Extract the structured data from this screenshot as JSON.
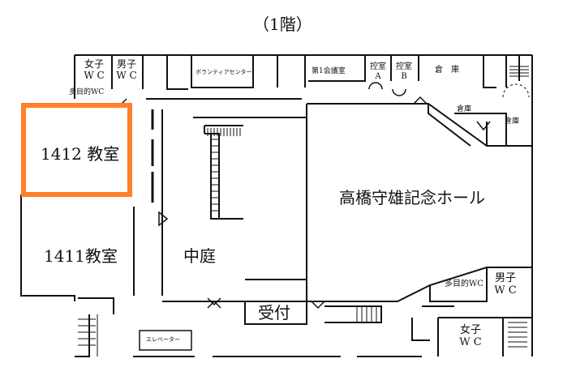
{
  "map_title": "（1階）",
  "highlight_color": "#ff7f2a",
  "rooms": {
    "women_wc_top": {
      "line1": "女子",
      "line2": "W C"
    },
    "men_wc_top": {
      "line1": "男子",
      "line2": "W C"
    },
    "multipurpose_wc_top": "多目的WC",
    "volunteer_center": "ボランティアセンター",
    "meeting_room_1": "第1会議室",
    "waiting_room_a": {
      "line1": "控室",
      "line2": "A"
    },
    "waiting_room_b": {
      "line1": "控室",
      "line2": "B"
    },
    "storage_top": "倉　庫",
    "storage_right_1": "倉庫",
    "storage_right_2": "倉庫",
    "classroom_1412": "1412 教室",
    "classroom_1411": "1411教室",
    "courtyard": "中庭",
    "memorial_hall": "高橋守雄記念ホール",
    "multipurpose_wc_right": "多目的WC",
    "men_wc_right": {
      "line1": "男子",
      "line2": "W C"
    },
    "reception": "受付",
    "elevator": "エレベーター",
    "women_wc_bottom": {
      "line1": "女子",
      "line2": "W C"
    }
  }
}
